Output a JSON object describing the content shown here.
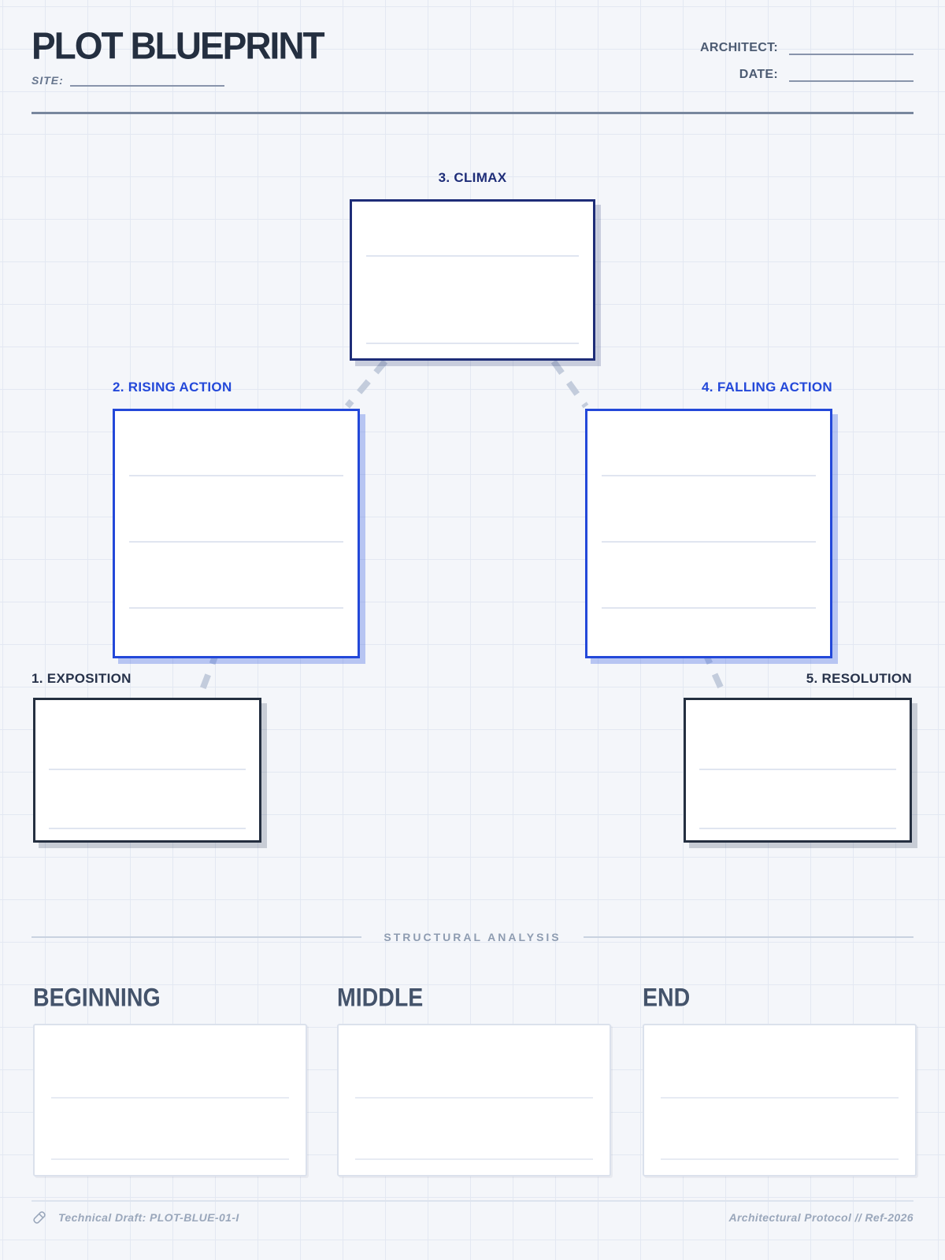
{
  "header": {
    "title": "PLOT BLUEPRINT",
    "site_label": "SITE:",
    "architect_label": "ARCHITECT:",
    "date_label": "DATE:"
  },
  "nodes": {
    "exposition": {
      "label": "1. EXPOSITION"
    },
    "rising_action": {
      "label": "2. RISING ACTION"
    },
    "climax": {
      "label": "3. CLIMAX"
    },
    "falling_action": {
      "label": "4. FALLING ACTION"
    },
    "resolution": {
      "label": "5. RESOLUTION"
    }
  },
  "analysis": {
    "heading": "STRUCTURAL ANALYSIS",
    "columns": {
      "beginning": {
        "label": "BEGINNING"
      },
      "middle": {
        "label": "MIDDLE"
      },
      "end": {
        "label": "END"
      }
    }
  },
  "footer": {
    "left_text": "Technical Draft: PLOT-BLUE-01-I",
    "right_text": "Architectural Protocol // Ref-2026",
    "icon": "pencil-icon"
  },
  "colors": {
    "ink_navy": "#242f40",
    "deep_blue": "#1e2d78",
    "accent_blue": "#2348d9",
    "muted_slate": "#8e9cb1",
    "grid_line": "#e3e8f2",
    "paper": "#f4f6fa"
  }
}
